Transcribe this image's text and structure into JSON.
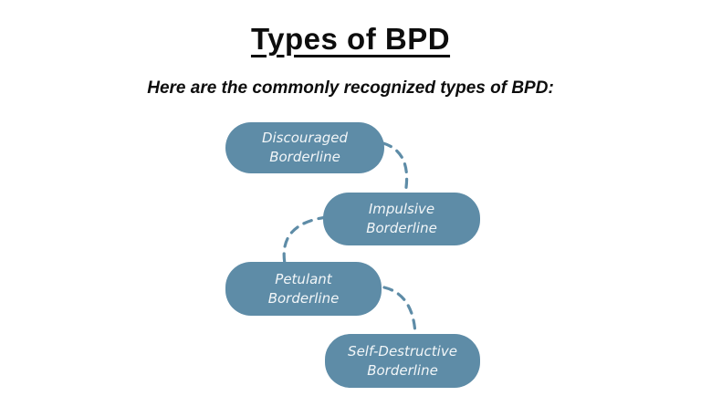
{
  "page": {
    "title": "Types of BPD",
    "subtitle": "Here are the commonly recognized types of BPD:"
  },
  "colors": {
    "background": "#ffffff",
    "pill_fill": "#5e8ca7",
    "pill_text": "#f2f6f8",
    "connector": "#5e8ca7",
    "heading_text": "#0d0d0d"
  },
  "diagram": {
    "nodes": [
      {
        "id": "discouraged-borderline",
        "lines": [
          "Discouraged",
          "Borderline"
        ]
      },
      {
        "id": "impulsive-borderline",
        "lines": [
          "Impulsive",
          "Borderline"
        ]
      },
      {
        "id": "petulant-borderline",
        "lines": [
          "Petulant",
          "Borderline"
        ]
      },
      {
        "id": "self-destructive-borderline",
        "lines": [
          "Self-Destructive",
          "Borderline"
        ]
      }
    ],
    "connections": [
      {
        "from": "discouraged-borderline",
        "to": "impulsive-borderline"
      },
      {
        "from": "impulsive-borderline",
        "to": "petulant-borderline"
      },
      {
        "from": "petulant-borderline",
        "to": "self-destructive-borderline"
      }
    ]
  }
}
